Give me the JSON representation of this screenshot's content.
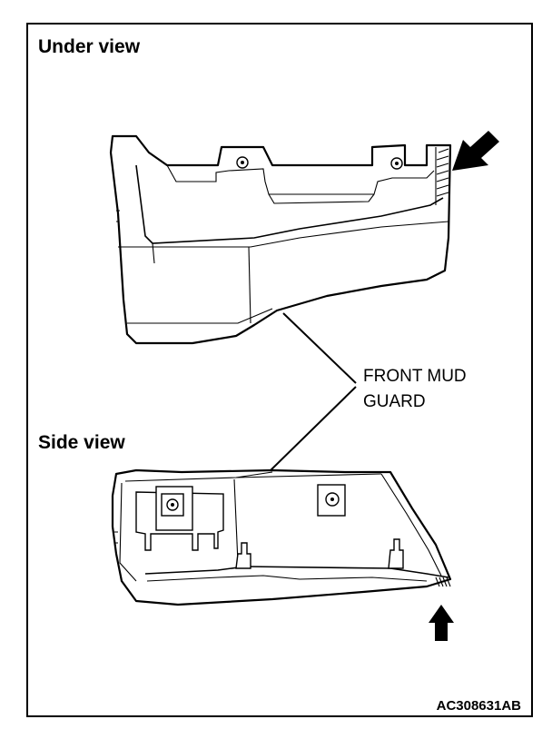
{
  "figure": {
    "under_view_heading": "Under view",
    "side_view_heading": "Side view",
    "callout_line1": "FRONT MUD",
    "callout_line2": "GUARD",
    "figure_code": "AC308631AB",
    "icons": [
      "arrow-down-left-icon",
      "arrow-up-icon"
    ]
  }
}
